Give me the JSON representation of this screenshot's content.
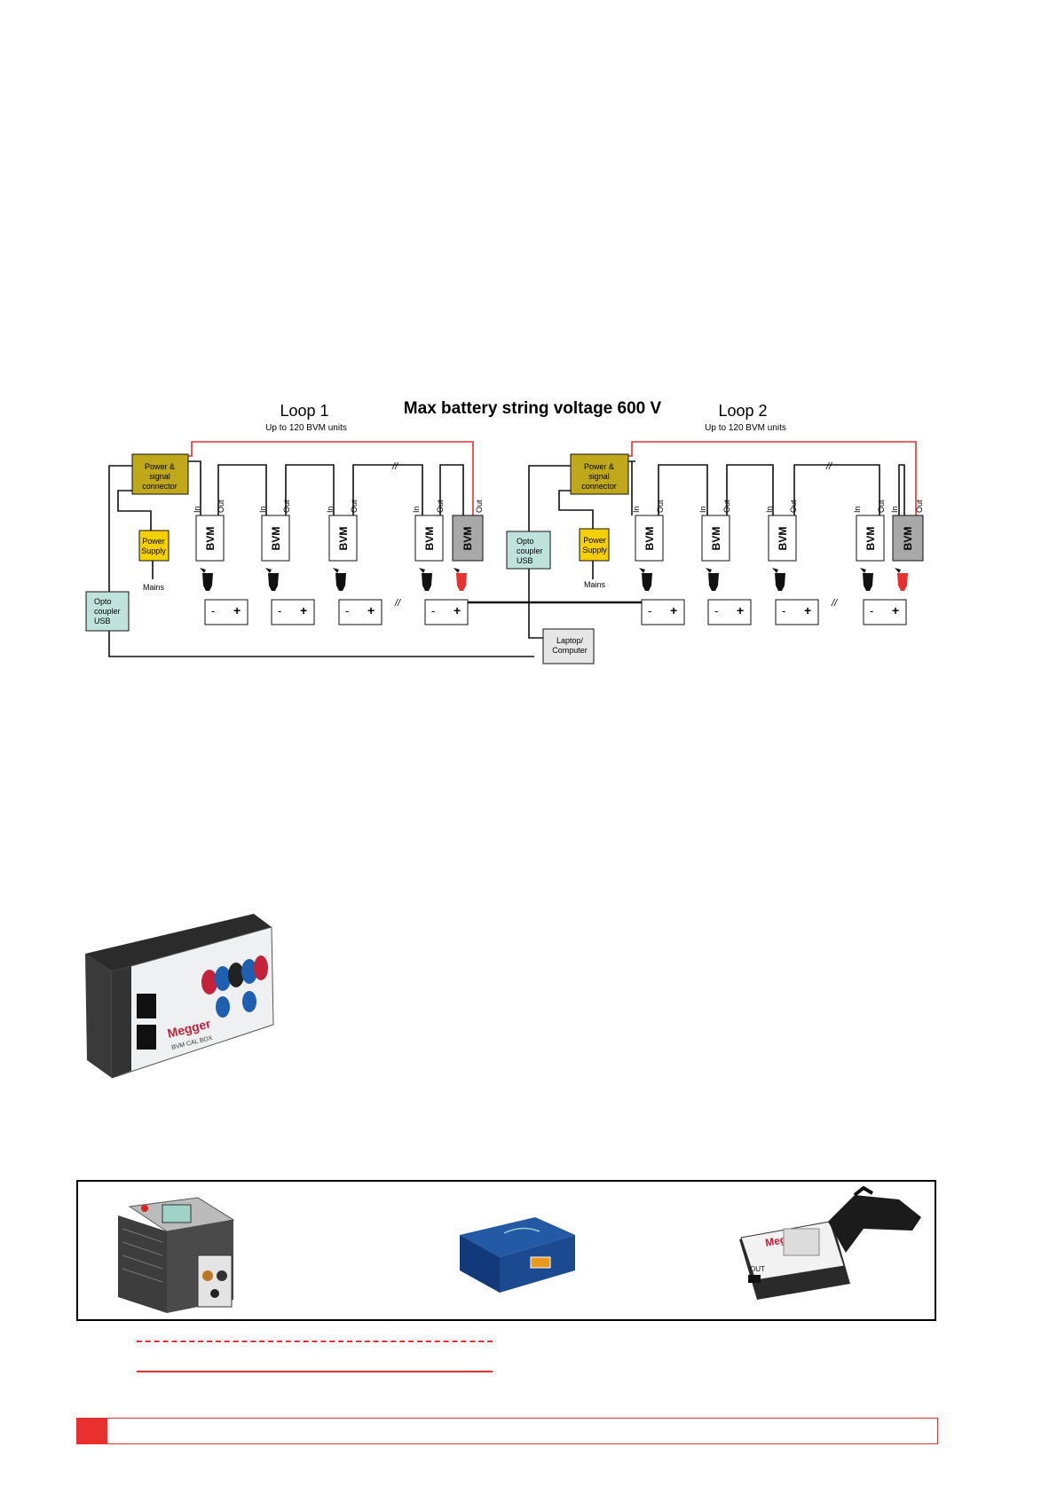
{
  "diagram": {
    "title": "Max battery string voltage 600 V",
    "loop1": {
      "label": "Loop 1",
      "sublabel": "Up to 120 BVM units"
    },
    "loop2": {
      "label": "Loop 2",
      "sublabel": "Up to 120 BVM units"
    },
    "psc_lines": [
      "Power &",
      "signal",
      "connector"
    ],
    "power_supply_lines": [
      "Power",
      "Supply"
    ],
    "mains": "Mains",
    "opto_lines": [
      "Opto",
      "coupler",
      "USB"
    ],
    "laptop_lines": [
      "Laptop/",
      "Computer"
    ],
    "bvm": "BVM",
    "port_in": "In",
    "port_out": "Out",
    "minus": "-",
    "plus": "+",
    "break_mark": "//"
  },
  "colors": {
    "accent_red": "#e8302e",
    "connector_olive": "#bfa81a",
    "power_yellow": "#f5d000",
    "opto_teal": "#bfe3dc",
    "laptop_gray": "#e6e6e6",
    "bvm_last_gray": "#a8a8a8"
  },
  "photos": {
    "calbox_brand": "Megger",
    "calbox_model": "BVM CAL BOX",
    "usb_hub_brand": "",
    "bvm_brand": "Megger",
    "bvm_port_label": "OUT"
  }
}
